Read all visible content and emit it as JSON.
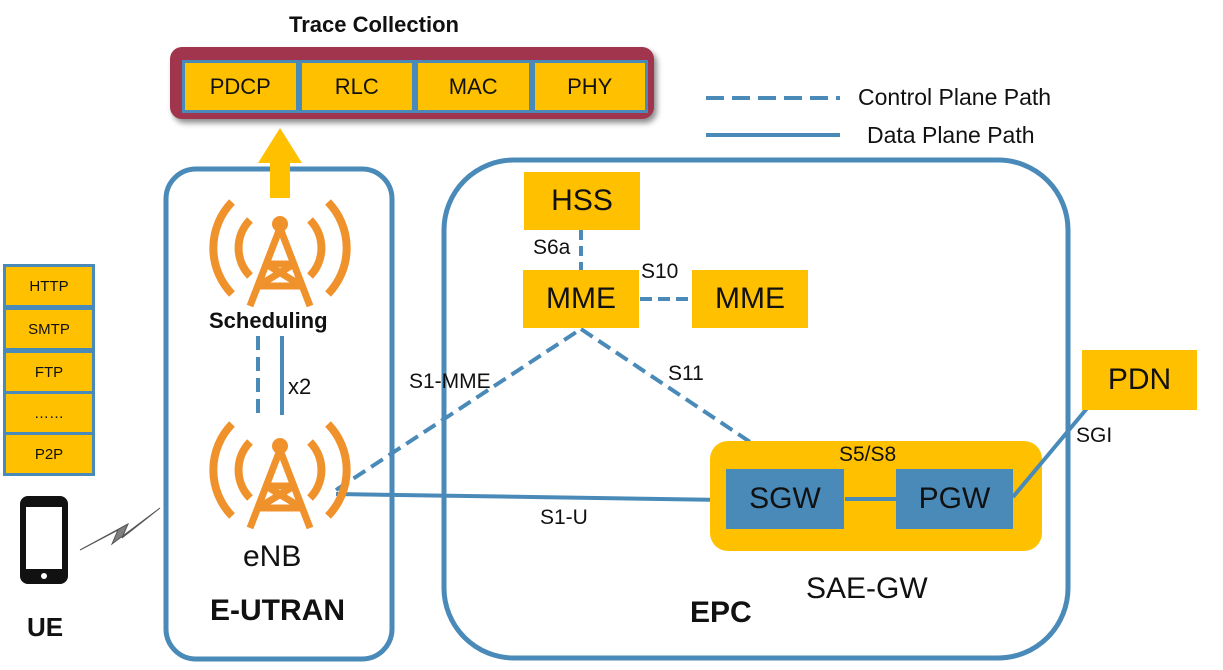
{
  "trace": {
    "title": "Trace Collection",
    "layers": [
      "PDCP",
      "RLC",
      "MAC",
      "PHY"
    ]
  },
  "legend": {
    "control": "Control Plane Path",
    "data": "Data Plane Path"
  },
  "ue": {
    "protocols": [
      "HTTP",
      "SMTP",
      "FTP",
      "……",
      "P2P"
    ],
    "label": "UE"
  },
  "eutran": {
    "label": "E-UTRAN",
    "scheduling": "Scheduling",
    "x2": "x2",
    "enb": "eNB"
  },
  "epc": {
    "label": "EPC",
    "hss": "HSS",
    "mme1": "MME",
    "mme2": "MME",
    "s6a": "S6a",
    "s10": "S10",
    "s1mme": "S1-MME",
    "s11": "S11",
    "s1u": "S1-U",
    "s5s8": "S5/S8",
    "sgw": "SGW",
    "pgw": "PGW",
    "saegw": "SAE-GW",
    "pdn": "PDN",
    "sgi": "SGI"
  },
  "colors": {
    "orange": "#ffc000",
    "blue": "#4a8ab9",
    "maroon": "#a0354d",
    "tower": "#f0922c"
  }
}
